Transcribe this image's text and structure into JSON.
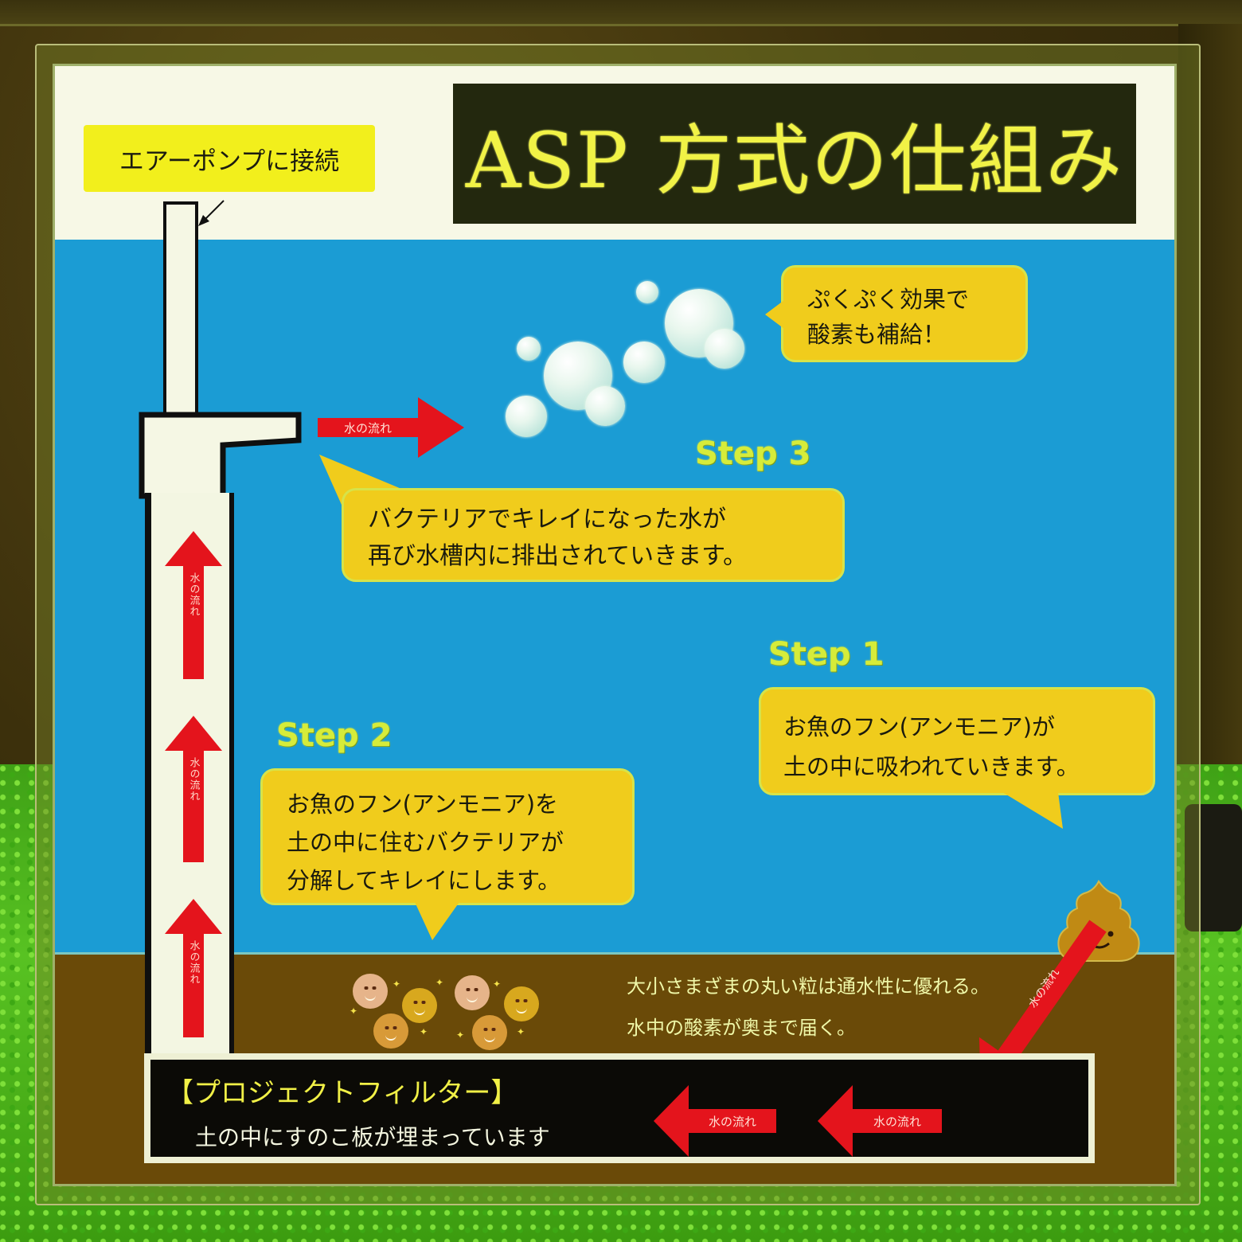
{
  "title": "ASP 方式の仕組み",
  "pump_label": "エアーポンプに接続",
  "flow_label": "水の流れ",
  "oxygen_bubble": {
    "lines": [
      "ぷくぷく効果で",
      "酸素も補給！"
    ]
  },
  "steps": [
    {
      "heading": "Step 1",
      "lines": [
        "お魚のフン(アンモニア)が",
        "土の中に吸われていきます。"
      ]
    },
    {
      "heading": "Step 2",
      "lines": [
        "お魚のフン(アンモニア)を",
        "土の中に住むバクテリアが",
        "分解してキレイにします。"
      ]
    },
    {
      "heading": "Step 3",
      "lines": [
        "バクテリアでキレイになった水が",
        "再び水槽内に排出されていきます。"
      ]
    }
  ],
  "soil_note": {
    "lines": [
      "大小さまざまの丸い粒は通水性に優れる。",
      "水中の酸素が奥まで届く。"
    ]
  },
  "filter": {
    "title": "【プロジェクトフィルター】",
    "subtitle": "土の中にすのこ板が埋まっています"
  },
  "colors": {
    "water": "#1b9cd4",
    "soil": "#6a4a08",
    "callout": "#f0cc1c",
    "arrow": "#e4141c",
    "title_bg": "#23280e",
    "title_text": "#f1f246",
    "step_heading": "#d6ec3a"
  }
}
